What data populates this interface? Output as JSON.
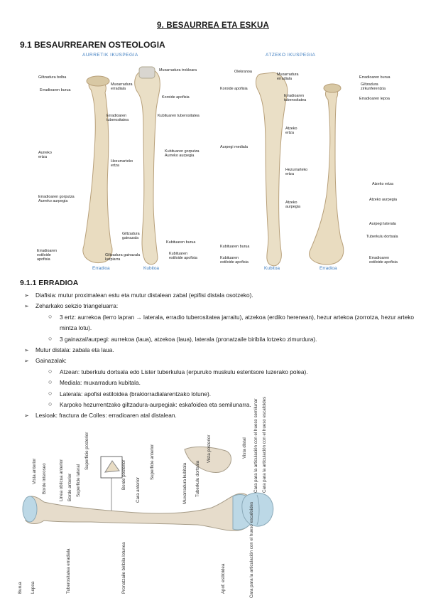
{
  "page": {
    "title": "9. BESAURREA ETA ESKUA",
    "section": "9.1 BESAURREAREN OSTEOLOGIA",
    "subsection": "9.1.1 ERRADIOA"
  },
  "figure1": {
    "front_caption": "AURRETIK IKUSPEGIA",
    "back_caption": "ATZEKO IKUSPEGIA",
    "front_labels": {
      "giltzadura_bolba": "Giltzadura bolba",
      "erradioaren_burua": "Erradioaren burua",
      "muxarradura_trokleara": "Muxarradura trokleara",
      "muxarradura_erradiala": "Muxarradura\nerradiala",
      "koroide_apofisia": "Koroide apofisia",
      "kubituaren_tuberositatea": "Kubituaren tuberositatea",
      "erradioaren_tuberositatea": "Erradioaren\ntuberositatea",
      "aurreko_ertza": "Aurreko\nertza",
      "hezurrarteko_ertza": "Hezurrarteko\nertza",
      "kubituaren_gorputza": "Kubituaren gorputza\nAurreko aurpegia",
      "erradioaren_gorputza": "Erradioaren gorputza\nAurreko aurpegia",
      "giltzadura_gainazala": "Giltzadura\ngainazala",
      "kubituaren_burua": "Kubituaren burua",
      "kubituaren_apofisia": "Kubituaren\nestiloide apofisia",
      "erradioaren_apofisia": "Erradioaren\nestiloide\napofisia",
      "giltzadura_karpiarra": "Giltzadura gainazala\nkarpiarra",
      "erradioa": "Erradioa",
      "kubitoa": "Kubitoa"
    },
    "back_labels": {
      "olekranoa": "Olekranoa",
      "muxarradura_erradiala": "Muxarradura\nerradiala",
      "koroide_apofisia": "Koroide apofisia",
      "erradioaren_tuberositatea": "Erradioaren\ntuberositatea",
      "atzeko_ertza_k": "Atzeko\nertza",
      "aurpegi_mediala": "Aurpegi mediala",
      "hezurrarteko_ertza": "Hezurrarteko\nertza",
      "atzeko_aurpegia_k": "Atzeko\naurpegia",
      "kubituaren_burua": "Kubituaren burua",
      "kubituaren_apofisia": "Kubituaren\nestiloide apofisia",
      "erradioaren_burua": "Erradioaren burua",
      "giltzadura_zirkunferentzia": "Giltzadura\nzirkunferentzia",
      "erradioaren_lepoa": "Erradioaren lepoa",
      "atzeko_ertza_e": "Atzeko ertza",
      "atzeko_aurpegia_e": "Atzeko aurpegia",
      "aurpegi_laterala": "Aurpegi laterala",
      "tuberkulu_dortsala": "Tuberkulu dortsala",
      "erradioaren_apofisia": "Erradioaren\nestiloide apofisia",
      "kubitoa": "Kubitoa",
      "erradioa": "Erradioa"
    }
  },
  "content": {
    "items": [
      {
        "level": 1,
        "text": "Diafisia: mutur proximalean estu eta mutur distalean zabal (epifisi distala osotzeko)."
      },
      {
        "level": 1,
        "text": "Zeharkako sekzio triangeluarra:"
      },
      {
        "level": 2,
        "text": "3 ertz: aurrekoa (lerro lapran → laterala, erradio tuberositatea jarraitu), atzekoa (erdiko herenean), hezur artekoa (zorrotza, hezur arteko mintza lotu)."
      },
      {
        "level": 2,
        "text": "3 gainazal/aurpegi: aurrekoa (laua), atzekoa (laua), laterala (pronatzaile biribila lotzeko zimurdura)."
      },
      {
        "level": 1,
        "text": "Mutur distala: zabala eta laua."
      },
      {
        "level": 1,
        "text": "Gainazalak:"
      },
      {
        "level": 2,
        "text": "Atzean: tuberkulu dortsala edo Lister tuberkulua (erpuruko muskulu estentsore luzerako polea)."
      },
      {
        "level": 2,
        "text": "Mediala: muxarradura kubitala."
      },
      {
        "level": 2,
        "text": "Laterala: apofisi estiloidea (brakiorradialarentzako lotune)."
      },
      {
        "level": 2,
        "text": "Karpoko hezurrentzako giltzadura-aurpegiak: eskafoidea eta semilunarra."
      },
      {
        "level": 1,
        "text": "Lesioak: fractura de Colles: erradioaren atal distalean."
      }
    ],
    "bullets": {
      "level1": "➢",
      "level2": "○"
    }
  },
  "figure2": {
    "labels": {
      "cabeza": "Burua",
      "cuello": "Lepoa",
      "tuberosidad_radial": "Tuberositatea erradiala",
      "borde_interoseo_top": "Borde interoseo",
      "lineas_oblicuas": "Linea oblicua anterior",
      "superficie_posterior": "Superficie posterior",
      "borde_anterior": "Borde anterior",
      "sup_lateral": "Superficie lateral",
      "borde_posterior": "Borde posterior",
      "cara_anterior": "Cara anterior",
      "pronatzaile": "Pronatzaile biribila lotunea",
      "superficie_anterior": "Superficie anterior",
      "muxarradura_kubitala": "Muxarradura kubitala",
      "tuberkulu_dortsala": "Tuberkulu dortsala",
      "vista_posterior": "Vista posterior",
      "vista_distal": "Vista distal",
      "apofisi_estiloidea": "Apof. estiloidea",
      "cara_escafoides": "Cara para la articulación con el hueso escafoides",
      "cara_semilunar": "Cara para la articulación con el hueso semilunar",
      "vista_anterior": "Vista anterior"
    }
  }
}
